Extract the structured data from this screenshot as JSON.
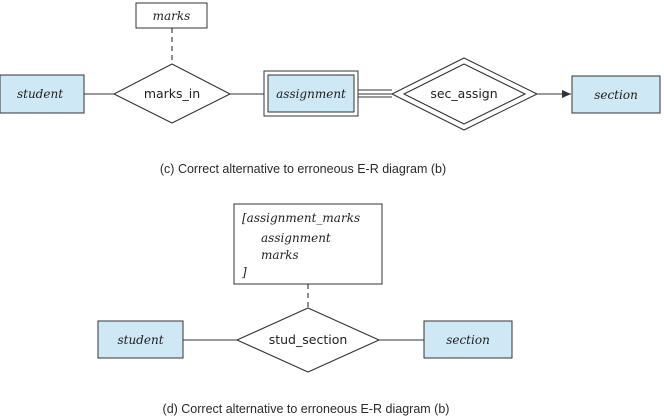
{
  "colors": {
    "entity_fill": "#cfe8f5",
    "stroke": "#333333",
    "diamond_fill": "#ffffff"
  },
  "diagram_c": {
    "attribute": "marks",
    "entity_left": "student",
    "relationship": "marks_in",
    "weak_entity": "assignment",
    "identifying_relationship": "sec_assign",
    "entity_right": "section",
    "caption": "(c) Correct alternative to erroneous E-R diagram (b)"
  },
  "diagram_d": {
    "attribute_box_lines": [
      "[assignment_marks",
      "assignment",
      "marks",
      "]"
    ],
    "entity_left": "student",
    "relationship": "stud_section",
    "entity_right": "section",
    "caption": "(d) Correct alternative to erroneous E-R diagram (b)"
  }
}
